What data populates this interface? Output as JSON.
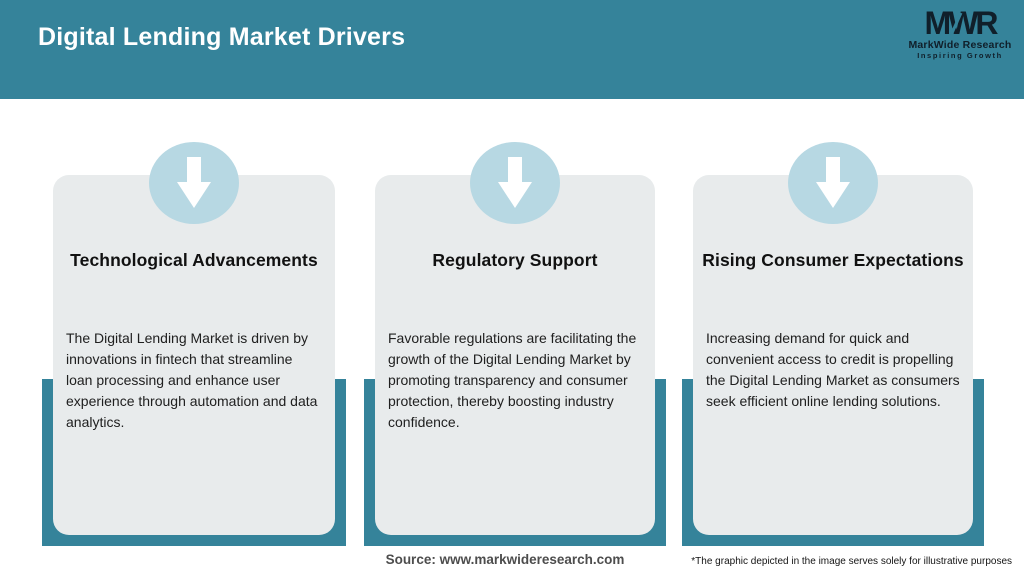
{
  "header": {
    "title": "Digital Lending Market Drivers",
    "logo": {
      "monogram": "MWR",
      "name": "MarkWide Research",
      "tagline": "Inspiring Growth"
    }
  },
  "cards": [
    {
      "icon": "down-arrow-icon",
      "title": "Technological Advancements",
      "body": "The Digital Lending Market is driven by innovations in fintech that streamline loan processing and enhance user experience through automation and data analytics."
    },
    {
      "icon": "down-arrow-icon",
      "title": "Regulatory Support",
      "body": "Favorable regulations are facilitating the growth of the Digital Lending Market by promoting transparency and consumer protection, thereby boosting industry confidence."
    },
    {
      "icon": "down-arrow-icon",
      "title": "Rising Consumer Expectations",
      "body": "Increasing demand for quick and convenient access to credit is propelling the Digital Lending Market as consumers seek efficient online lending solutions."
    }
  ],
  "footer": {
    "source": "Source: www.markwideresearch.com",
    "disclaimer": "*The graphic depicted in the image serves solely for illustrative purposes"
  },
  "colors": {
    "teal": "#35839a",
    "circle_fill": "#b7d8e3",
    "card_bg": "#e8ebec",
    "logo_ink": "#101f2a",
    "body_ink": "#202020",
    "source_ink": "#4d4d4d"
  }
}
